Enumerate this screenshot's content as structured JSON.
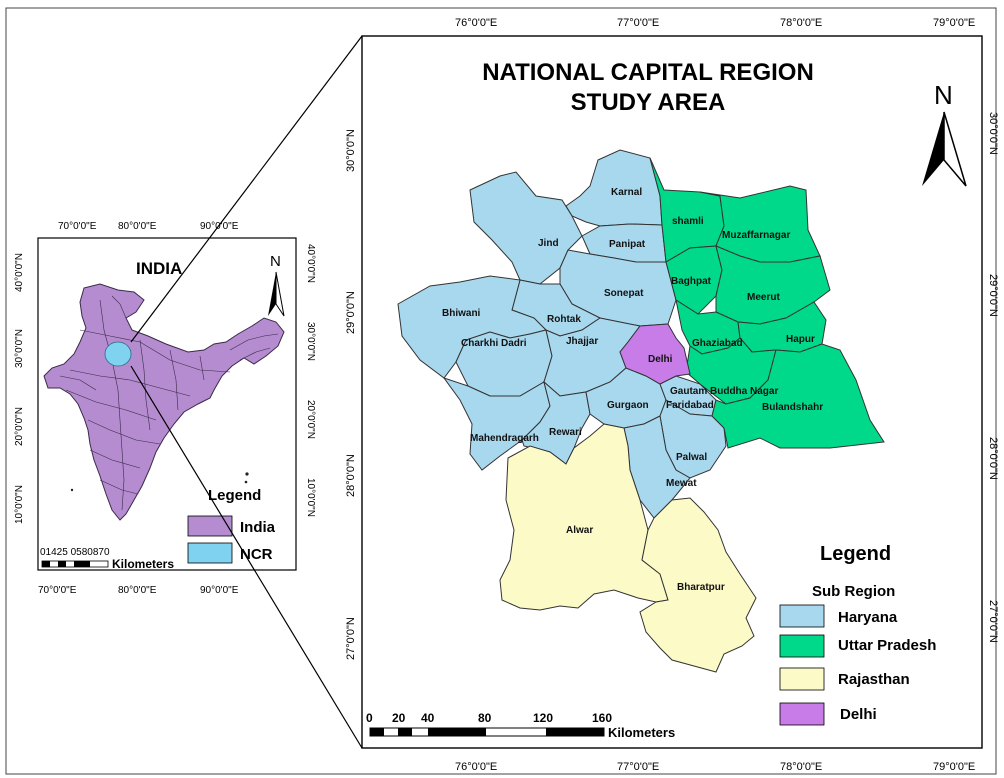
{
  "main_map": {
    "title_line1": "NATIONAL CAPITAL REGION",
    "title_line2": "STUDY AREA",
    "north": "N",
    "lon_ticks": [
      "76°0'0\"E",
      "77°0'0\"E",
      "78°0'0\"E",
      "79°0'0\"E"
    ],
    "lat_ticks": [
      "30°0'0\"N",
      "29°0'0\"N",
      "28°0'0\"N",
      "27°0'0\"N"
    ],
    "districts": {
      "karnal": "Karnal",
      "jind": "Jind",
      "panipat": "Panipat",
      "sonepat": "Sonepat",
      "rohtak": "Rohtak",
      "bhiwani": "Bhiwani",
      "charkhi": "Charkhi Dadri",
      "jhajjar": "Jhajjar",
      "gurgaon": "Gurgaon",
      "faridabad": "Faridabad",
      "mahendragarh": "Mahendragarh",
      "rewari": "Rewari",
      "palwal": "Palwal",
      "mewat": "Mewat",
      "shamli": "shamli",
      "muzaffarnagar": "Muzaffarnagar",
      "baghpat": "Baghpat",
      "meerut": "Meerut",
      "ghaziabad": "Ghaziabad",
      "hapur": "Hapur",
      "gbn": "Gautam Buddha Nagar",
      "bulandshahr": "Bulandshahr",
      "delhi": "Delhi",
      "alwar": "Alwar",
      "bharatpur": "Bharatpur"
    },
    "legend": {
      "title": "Legend",
      "subtitle": "Sub Region",
      "items": [
        {
          "label": "Haryana",
          "color": "#a8d8ee"
        },
        {
          "label": "Uttar Pradesh",
          "color": "#00d98a"
        },
        {
          "label": "Rajasthan",
          "color": "#fcfbc8"
        },
        {
          "label": "Delhi",
          "color": "#c77ce8"
        }
      ]
    },
    "scale": {
      "ticks": [
        "0",
        "20",
        "40",
        "80",
        "120",
        "160"
      ],
      "unit": "Kilometers"
    }
  },
  "inset_map": {
    "title": "INDIA",
    "north": "N",
    "lon_ticks": [
      "70°0'0\"E",
      "80°0'0\"E",
      "90°0'0\"E"
    ],
    "lat_ticks": [
      "40°0'0\"N",
      "30°0'0\"N",
      "20°0'0\"N",
      "10°0'0\"N"
    ],
    "legend": {
      "title": "Legend",
      "items": [
        {
          "label": "India",
          "color": "#b48ccf"
        },
        {
          "label": "NCR",
          "color": "#7fd3f0"
        }
      ]
    },
    "scale": {
      "ticks": "01425 0580870",
      "unit": "Kilometers"
    }
  }
}
